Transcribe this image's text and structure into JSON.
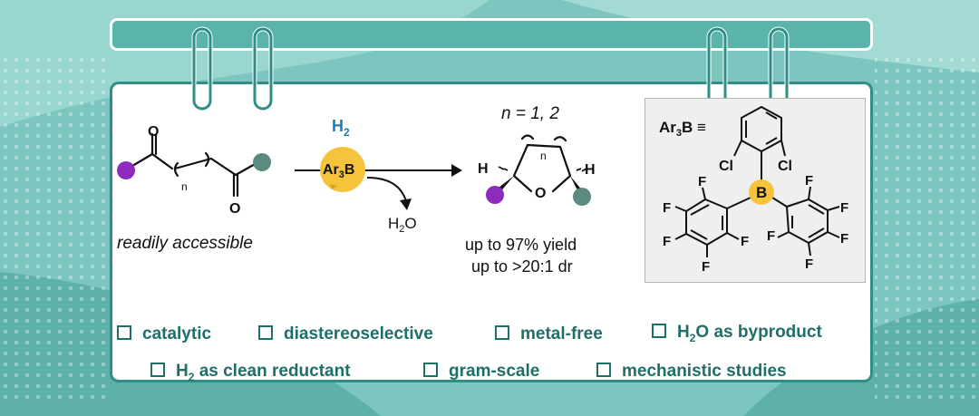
{
  "reactant": {
    "label": "readily accessible",
    "carbonyl": "O",
    "index": "n"
  },
  "conditions": {
    "reagent_top": "H",
    "reagent_top_sub": "2",
    "catalyst": "Ar",
    "catalyst_sub": "3",
    "catalyst_suffix": "B",
    "byproduct": "H",
    "byproduct_sub": "2",
    "byproduct_suffix": "O"
  },
  "product": {
    "n_values": "n = 1, 2",
    "index": "n",
    "h_left": "H",
    "h_right": "H",
    "ring_o": "O",
    "yield": "up to 97% yield",
    "dr": "up to >20:1 dr"
  },
  "catalyst_structure": {
    "prefix": "Ar",
    "prefix_sub": "3",
    "prefix_suffix": "B ≡",
    "cl": "Cl",
    "boron": "B",
    "f": "F"
  },
  "features_row1": [
    "catalytic",
    "diastereoselective",
    "metal-free"
  ],
  "feature_h2o": {
    "pre": "H",
    "sub": "2",
    "post": "O as byproduct"
  },
  "feature_h2": {
    "pre": "H",
    "sub": "2",
    "post": " as clean reductant"
  },
  "features_row2": [
    "gram-scale",
    "mechanistic studies"
  ],
  "colors": {
    "teal_bg": "#7cc6bf",
    "card_border": "#2f8f84",
    "feature_text": "#1f6f68",
    "purple_ball": "#8e2bbf",
    "gray_ball": "#5a8a80",
    "catalyst_yellow": "#f6c43c",
    "h2_blue": "#1a7fb5"
  }
}
